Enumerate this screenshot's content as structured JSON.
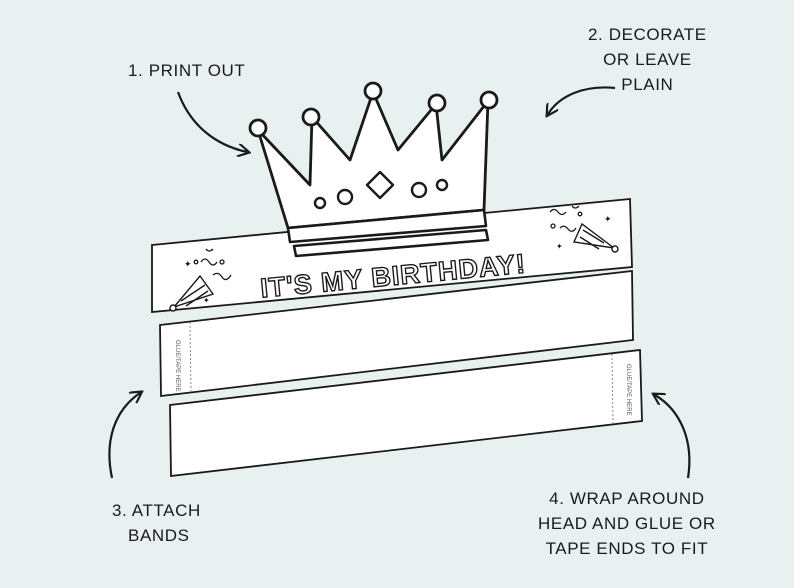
{
  "steps": {
    "step1": {
      "lines": [
        "1.  PRINT OUT"
      ]
    },
    "step2": {
      "lines": [
        "2. DECORATE",
        "OR LEAVE",
        "PLAIN"
      ]
    },
    "step3": {
      "lines": [
        "3. ATTACH",
        "BANDS"
      ]
    },
    "step4": {
      "lines": [
        "4. WRAP AROUND",
        "HEAD AND GLUE OR",
        "TAPE ENDS TO FIT"
      ]
    }
  },
  "crown_band": {
    "banner_text": "IT'S MY BIRTHDAY!"
  },
  "bands": {
    "left_tab_text": "GLUE/TAPE HERE",
    "right_tab_text": "GLUE/TAPE HERE"
  },
  "colors": {
    "background": "#e9f0f0",
    "outline": "#1a1a1a",
    "paper": "#ffffff"
  },
  "icons": [
    "party-hat-icon",
    "confetti-icon",
    "star-icon"
  ]
}
